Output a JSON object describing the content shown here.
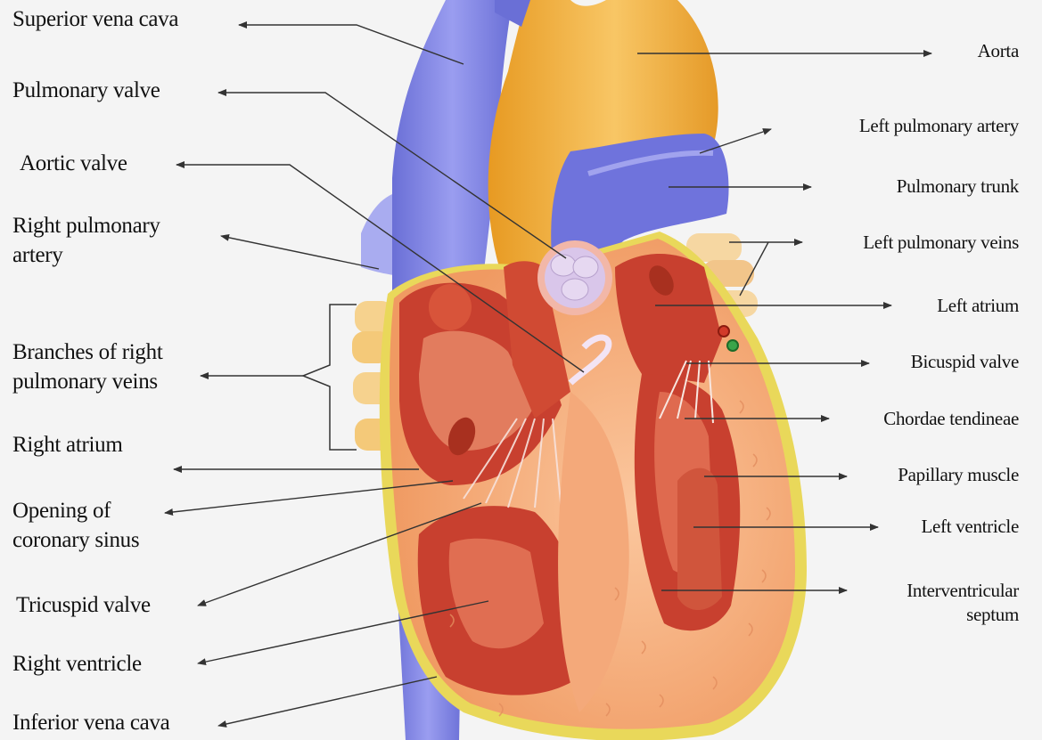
{
  "labels_left": [
    {
      "id": "superior-vena-cava",
      "lines": [
        "Superior vena cava"
      ]
    },
    {
      "id": "pulmonary-valve",
      "lines": [
        "Pulmonary valve"
      ]
    },
    {
      "id": "aortic-valve",
      "lines": [
        "Aortic valve"
      ]
    },
    {
      "id": "right-pulmonary-artery",
      "lines": [
        "Right pulmonary",
        "artery"
      ]
    },
    {
      "id": "branches-right-pulmonary-veins",
      "lines": [
        "Branches of right",
        "pulmonary veins"
      ]
    },
    {
      "id": "right-atrium",
      "lines": [
        "Right atrium"
      ]
    },
    {
      "id": "opening-coronary-sinus",
      "lines": [
        "Opening of",
        "coronary sinus"
      ]
    },
    {
      "id": "tricuspid-valve",
      "lines": [
        "Tricuspid valve"
      ]
    },
    {
      "id": "right-ventricle",
      "lines": [
        "Right ventricle"
      ]
    },
    {
      "id": "inferior-vena-cava",
      "lines": [
        "Inferior vena cava"
      ]
    }
  ],
  "labels_right": [
    {
      "id": "aorta",
      "lines": [
        "Aorta"
      ]
    },
    {
      "id": "left-pulmonary-artery",
      "lines": [
        "Left pulmonary artery"
      ]
    },
    {
      "id": "pulmonary-trunk",
      "lines": [
        "Pulmonary trunk"
      ]
    },
    {
      "id": "left-pulmonary-veins",
      "lines": [
        "Left pulmonary veins"
      ]
    },
    {
      "id": "left-atrium",
      "lines": [
        "Left atrium"
      ]
    },
    {
      "id": "bicuspid-valve",
      "lines": [
        "Bicuspid valve"
      ]
    },
    {
      "id": "chordae-tendineae",
      "lines": [
        "Chordae tendineae"
      ]
    },
    {
      "id": "papillary-muscle",
      "lines": [
        "Papillary muscle"
      ]
    },
    {
      "id": "left-ventricle",
      "lines": [
        "Left ventricle"
      ]
    },
    {
      "id": "interventricular-septum",
      "lines": [
        "Interventricular",
        "septum"
      ]
    }
  ],
  "colors": {
    "vein_blue": "#7b80e0",
    "aorta_yellow": "#f2b338",
    "muscle_red": "#c8402f",
    "myocardium_orange": "#f6b585",
    "pericardium_yellow": "#e9d85a",
    "valve_lilac": "#d6c3e6",
    "line": "#333333"
  }
}
